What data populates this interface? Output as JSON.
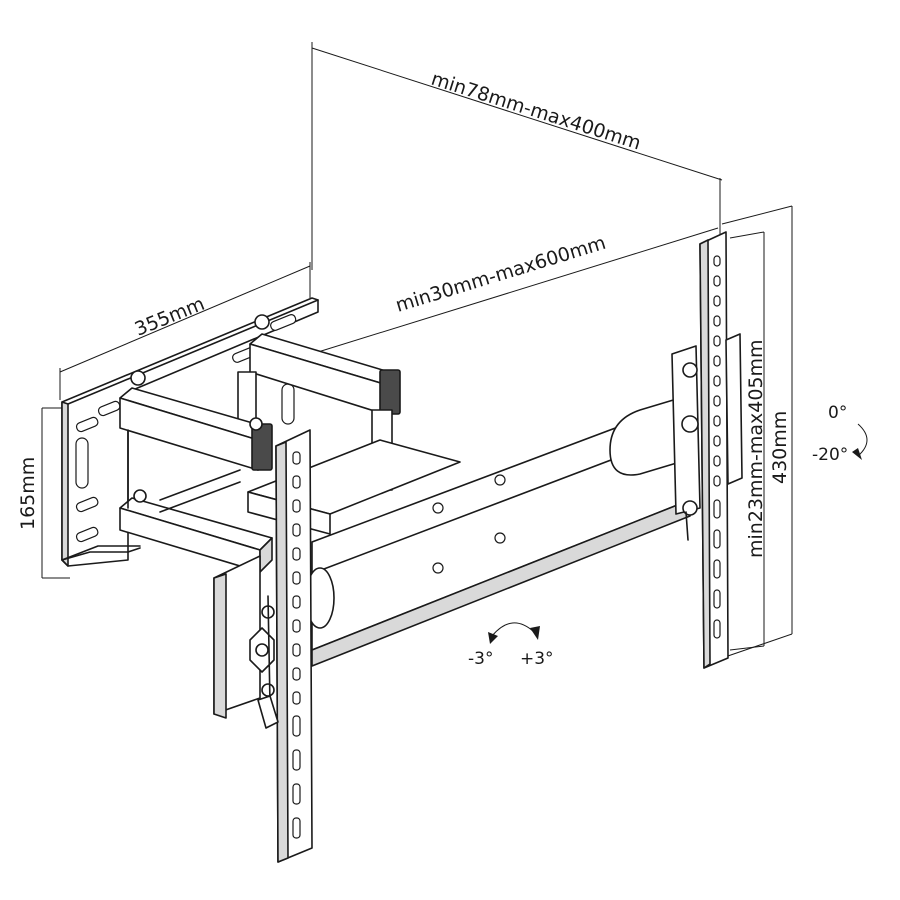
{
  "dimensions": {
    "depth": "min78mm-max400mm",
    "extension": "min30mm-max600mm",
    "wall_width": "355mm",
    "wall_height": "165mm",
    "vesa_vertical": "min23mm-max405mm",
    "total_height": "430mm"
  },
  "angles": {
    "tilt_top": "0°",
    "tilt_bottom": "-20°",
    "swivel_left": "-3°",
    "swivel_right": "+3°"
  },
  "colors": {
    "line": "#1a1a1a",
    "background": "#ffffff"
  }
}
